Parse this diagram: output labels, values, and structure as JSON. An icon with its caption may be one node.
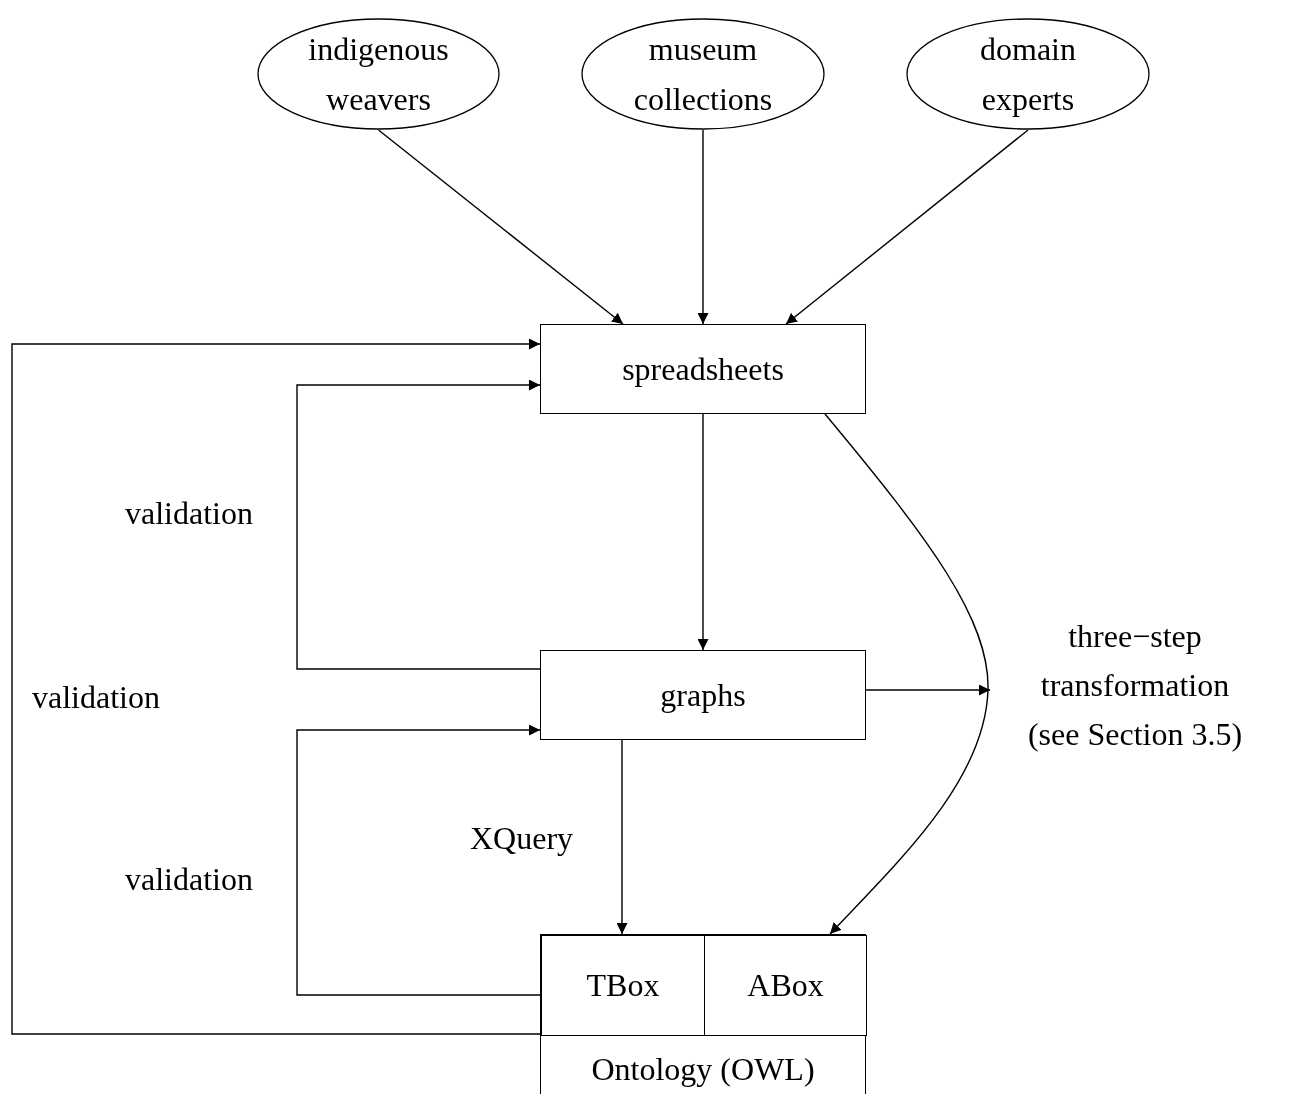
{
  "diagram": {
    "nodes": [
      {
        "text": [
          "indigenous weavers"
        ]
      },
      {
        "text": [
          "museum collections"
        ]
      },
      {
        "text": [
          "domain experts"
        ]
      },
      {
        "text": [
          "spreadsheets"
        ]
      },
      {
        "text": [
          "graphs"
        ]
      },
      {
        "text": [
          "three−step transformation (see Section 3.5)"
        ]
      },
      {
        "text": [
          "Ontology (OWL)"
        ]
      },
      {
        "text": [
          "TBox"
        ],
        "in": 6
      },
      {
        "text": [
          "ABox"
        ],
        "in": 6
      }
    ],
    "edges": [
      {
        "from": 0,
        "to": 3,
        "arrow": "to"
      },
      {
        "from": 1,
        "to": 3,
        "arrow": "to"
      },
      {
        "from": 2,
        "to": 3,
        "arrow": "to"
      },
      {
        "from": 3,
        "to": 4,
        "arrow": "to"
      },
      {
        "from": 4,
        "to": 5,
        "arrow": "to"
      },
      {
        "from": 3,
        "to": 8,
        "arrow": "to"
      },
      {
        "from": 4,
        "to": 7,
        "arrow": "to",
        "label": "XQuery"
      },
      {
        "from": 4,
        "to": 3,
        "arrow": "to",
        "label": "validation"
      },
      {
        "from": 7,
        "to": 4,
        "arrow": "to",
        "label": "validation"
      },
      {
        "from": 6,
        "to": 3,
        "arrow": "to",
        "label": "validation"
      }
    ]
  }
}
